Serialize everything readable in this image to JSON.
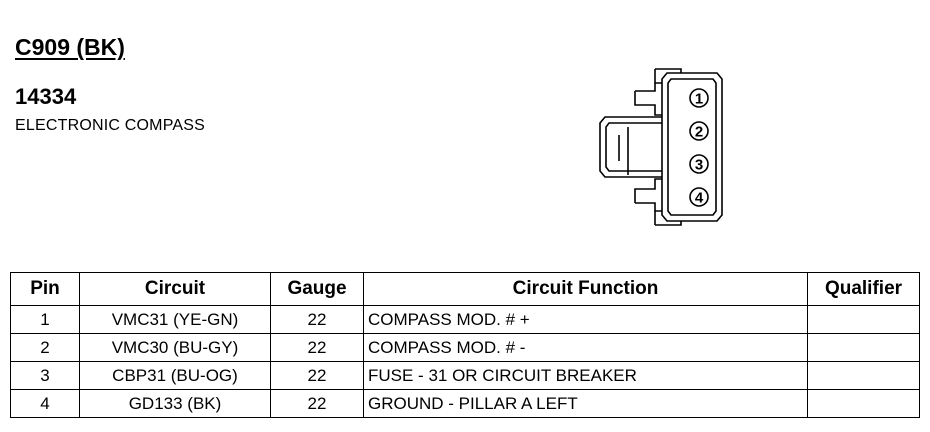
{
  "header": {
    "connector_id": "C909 (BK)",
    "part_number": "14334",
    "description": "ELECTRONIC COMPASS"
  },
  "connector_diagram": {
    "pin_labels": [
      "1",
      "2",
      "3",
      "4"
    ]
  },
  "pin_table": {
    "columns": [
      "Pin",
      "Circuit",
      "Gauge",
      "Circuit Function",
      "Qualifier"
    ],
    "rows": [
      {
        "pin": "1",
        "circuit": "VMC31 (YE-GN)",
        "gauge": "22",
        "function": "COMPASS MOD. # +",
        "qualifier": ""
      },
      {
        "pin": "2",
        "circuit": "VMC30 (BU-GY)",
        "gauge": "22",
        "function": "COMPASS MOD. # -",
        "qualifier": ""
      },
      {
        "pin": "3",
        "circuit": "CBP31 (BU-OG)",
        "gauge": "22",
        "function": "FUSE - 31 OR CIRCUIT BREAKER",
        "qualifier": ""
      },
      {
        "pin": "4",
        "circuit": "GD133 (BK)",
        "gauge": "22",
        "function": "GROUND - PILLAR A LEFT",
        "qualifier": ""
      }
    ]
  }
}
